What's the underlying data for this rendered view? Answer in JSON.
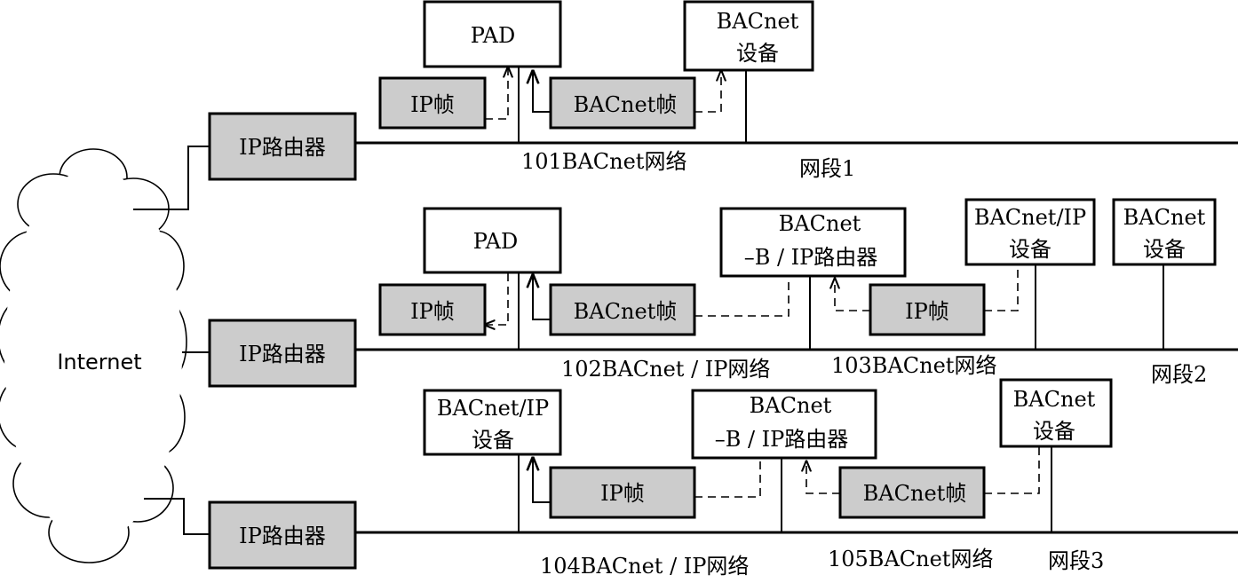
{
  "cloud": {
    "label": "Internet"
  },
  "routers": {
    "seg1": "IP路由器",
    "seg2": "IP路由器",
    "seg3": "IP路由器"
  },
  "devices": {
    "pad1": "PAD",
    "bacnet_dev1": [
      "BACnet",
      "设备"
    ],
    "pad2": "PAD",
    "bbip_router2": [
      "BACnet",
      "–B / IP路由器"
    ],
    "bacnetip_dev2": [
      "BACnet/IP",
      "设备"
    ],
    "bacnet_dev2": [
      "BACnet",
      "设备"
    ],
    "bacnetip_dev3": [
      "BACnet/IP",
      "设备"
    ],
    "bbip_router3": [
      "BACnet",
      "–B / IP路由器"
    ],
    "bacnet_dev3": [
      "BACnet",
      "设备"
    ]
  },
  "frames": {
    "seg1_ip": "IP帧",
    "seg1_bacnet": "BACnet帧",
    "seg2_ip_a": "IP帧",
    "seg2_bacnet": "BACnet帧",
    "seg2_ip_b": "IP帧",
    "seg3_ip": "IP帧",
    "seg3_bacnet": "BACnet帧"
  },
  "networks": {
    "n101": "101BACnet网络",
    "n102": "102BACnet / IP网络",
    "n103": "103BACnet网络",
    "n104": "104BACnet / IP网络",
    "n105": "105BACnet网络"
  },
  "segments": {
    "s1": "网段1",
    "s2": "网段2",
    "s3": "网段3"
  }
}
